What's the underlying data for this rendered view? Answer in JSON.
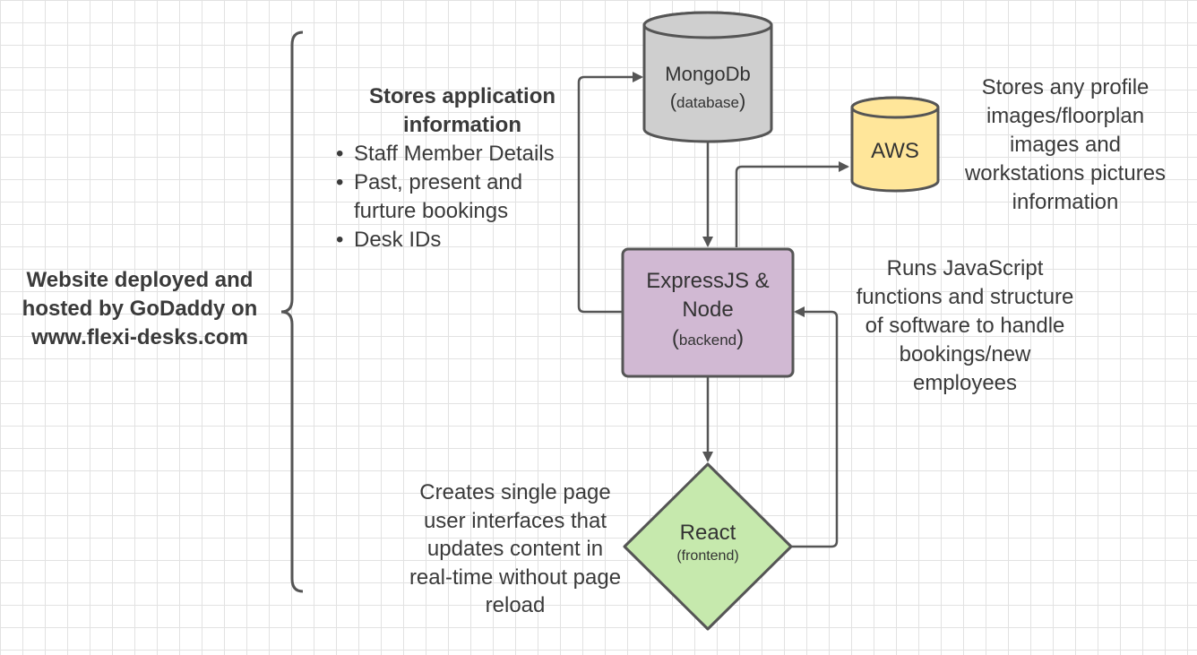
{
  "hosting": {
    "lines": [
      "Website deployed and",
      "hosted by GoDaddy on",
      "www.flexi-desks.com"
    ]
  },
  "mongodb": {
    "name": "MongoDb",
    "role": "database",
    "color": "#cfcfcf"
  },
  "aws": {
    "name": "AWS",
    "color": "#ffe69a"
  },
  "backend": {
    "name_line1": "ExpressJS &",
    "name_line2": "Node",
    "role": "backend",
    "color": "#d1b9d3"
  },
  "react": {
    "name": "React",
    "role": "frontend",
    "color": "#c6e9ad"
  },
  "notes": {
    "db_title_line1": "Stores application",
    "db_title_line2": "information",
    "db_items": [
      "Staff Member Details",
      "Past, present and",
      "furture bookings",
      "Desk IDs"
    ],
    "aws_lines": [
      "Stores any profile",
      "images/floorplan",
      "images and",
      "workstations pictures",
      "information"
    ],
    "backend_lines": [
      "Runs JavaScript",
      "functions and structure",
      "of software to handle",
      "bookings/new",
      "employees"
    ],
    "react_lines": [
      "Creates single page",
      "user interfaces that",
      "updates content in",
      "real-time without page",
      "reload"
    ]
  }
}
